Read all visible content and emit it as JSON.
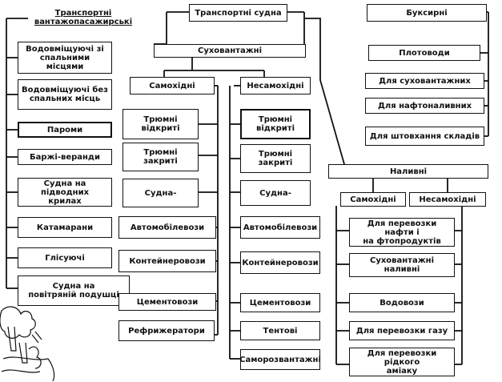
{
  "diagram": {
    "col1": {
      "header": "Транспортні\nвантажопасажирські",
      "items": [
        "Водовміщуючі зі\nспальними місцями",
        "Водовміщуючі без\nспальних місць",
        "Пароми",
        "Баржі-веранди",
        "Судна на підводних\nкрилах",
        "Катамарани",
        "Глісуючі",
        "Судна на\nповітряній подушці"
      ]
    },
    "top": {
      "title": "Транспортні судна",
      "dry_cargo": "Суховантажні",
      "self_propelled": "Самохідні",
      "non_self_propelled": "Несамохідні"
    },
    "col2": {
      "items": [
        "Трюмні\nвідкриті",
        "Трюмні\nзакриті",
        "Судна-",
        "Автомобілевози",
        "Контейнеровози",
        "Цементовози",
        "Рефрижератори"
      ]
    },
    "col3": {
      "items": [
        "Трюмні\nвідкриті",
        "Трюмні\nзакриті",
        "Судна-",
        "Автомобілевози",
        "Контейнеровози",
        "Цементовози",
        "Тентові",
        "Саморозвантажні"
      ]
    },
    "tugs": {
      "header": "Буксирні",
      "items": [
        "Плотоводи",
        "Для суховантажних",
        "Для нафтоналивних",
        "Для штовхання складів"
      ]
    },
    "tankers": {
      "header": "Наливні",
      "self_propelled": "Самохідні",
      "non_self_propelled": "Несамохідні",
      "items": [
        "Для перевозки нафти і\nна фтопродуктів",
        "Суховантажні наливні",
        "Водовози",
        "Для перевозки газу",
        "Для перевозки рідкого\nаміаку"
      ]
    }
  }
}
